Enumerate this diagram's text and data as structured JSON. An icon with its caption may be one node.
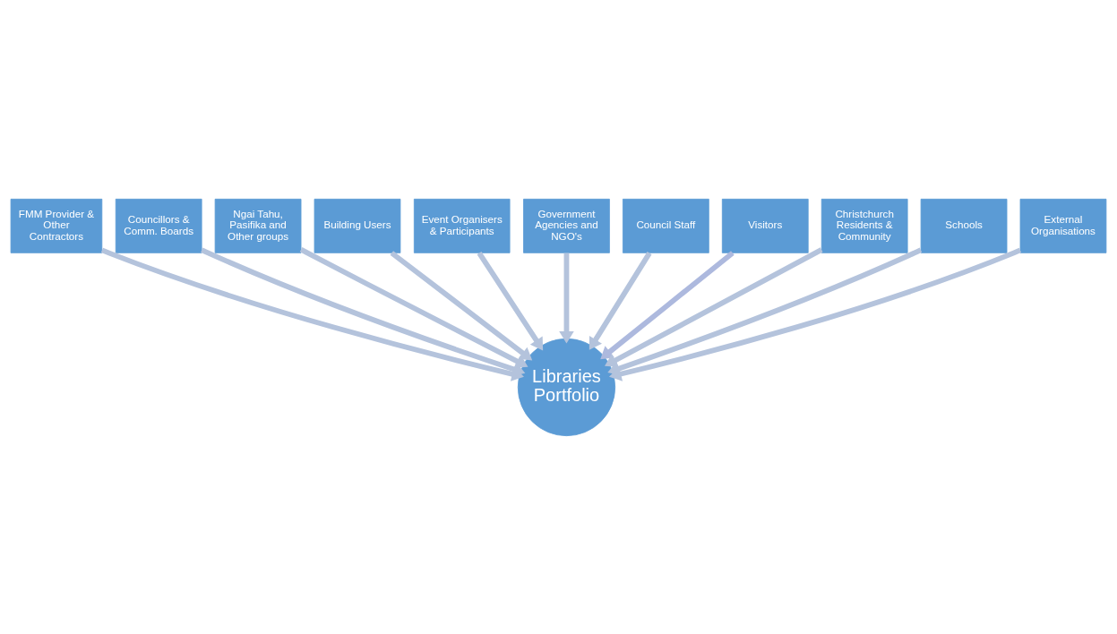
{
  "diagram": {
    "nodes": [
      {
        "text": [
          "FMM Provider & Other Contractors"
        ]
      },
      {
        "text": [
          "Councillors & Comm. Boards"
        ]
      },
      {
        "text": [
          "Ngai Tahu, Pasifika and Other groups"
        ]
      },
      {
        "text": [
          "Building Users"
        ]
      },
      {
        "text": [
          "Event Organisers & Participants"
        ]
      },
      {
        "text": [
          "Government Agencies and NGO's"
        ]
      },
      {
        "text": [
          "Council Staff"
        ]
      },
      {
        "text": [
          "Visitors"
        ]
      },
      {
        "text": [
          "Christchurch Residents & Community"
        ]
      },
      {
        "text": [
          "Schools"
        ]
      },
      {
        "text": [
          "External Organisations"
        ]
      },
      {
        "text": [
          "Libraries Portfolio"
        ]
      }
    ],
    "edges": [
      {
        "from": 0,
        "to": 11,
        "arrow": "to"
      },
      {
        "from": 1,
        "to": 11,
        "arrow": "to"
      },
      {
        "from": 2,
        "to": 11,
        "arrow": "to"
      },
      {
        "from": 3,
        "to": 11,
        "arrow": "to"
      },
      {
        "from": 4,
        "to": 11,
        "arrow": "to"
      },
      {
        "from": 5,
        "to": 11,
        "arrow": "to"
      },
      {
        "from": 6,
        "to": 11,
        "arrow": "to"
      },
      {
        "from": 7,
        "to": 11,
        "arrow": "to",
        "color": "#adb9de"
      },
      {
        "from": 8,
        "to": 11,
        "arrow": "to"
      },
      {
        "from": 9,
        "to": 11,
        "arrow": "to"
      },
      {
        "from": 10,
        "to": 11,
        "arrow": "to"
      }
    ]
  }
}
